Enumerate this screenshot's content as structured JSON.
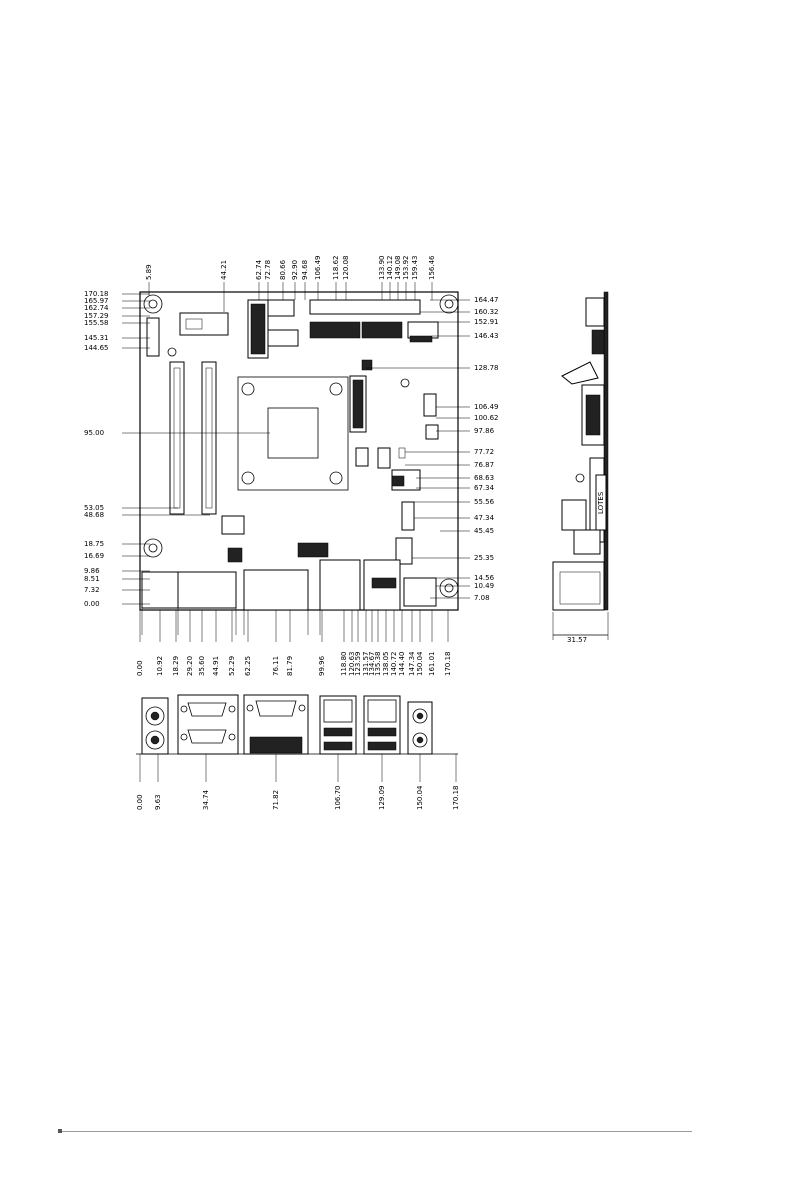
{
  "board": {
    "top_labels": [
      "5.89",
      "44.21",
      "62.74",
      "72.78",
      "80.66",
      "92.90",
      "94.68",
      "106.49",
      "118.62",
      "120.08",
      "133.90",
      "140.12",
      "149.08",
      "153.92",
      "159.43",
      "156.46"
    ],
    "left_labels": [
      "170.18",
      "165.97",
      "162.74",
      "157.29",
      "155.58",
      "145.31",
      "144.65",
      "95.00",
      "53.05",
      "48.68",
      "18.75",
      "16.69",
      "9.86",
      "8.51",
      "7.32",
      "0.00"
    ],
    "right_labels": [
      "164.47",
      "160.32",
      "152.91",
      "146.43",
      "128.78",
      "106.49",
      "100.62",
      "97.86",
      "77.72",
      "76.87",
      "68.63",
      "67.34",
      "55.56",
      "47.34",
      "45.45",
      "25.35",
      "14.56",
      "10.49",
      "7.08"
    ],
    "bottom_labels": [
      "0.00",
      "10.92",
      "18.29",
      "29.20",
      "35.60",
      "44.91",
      "52.29",
      "62.25",
      "76.11",
      "81.79",
      "99.96",
      "118.80",
      "120.63",
      "123.59",
      "131.57",
      "134.67",
      "135.38",
      "138.05",
      "140.72",
      "144.40",
      "147.34",
      "150.04",
      "161.01",
      "170.18"
    ]
  },
  "side_view": {
    "width_label": "31.57",
    "chip_label": "LOTES"
  },
  "rear_panel": {
    "labels": [
      "0.00",
      "9.63",
      "34.74",
      "71.82",
      "106.70",
      "129.09",
      "150.04",
      "170.18"
    ]
  }
}
